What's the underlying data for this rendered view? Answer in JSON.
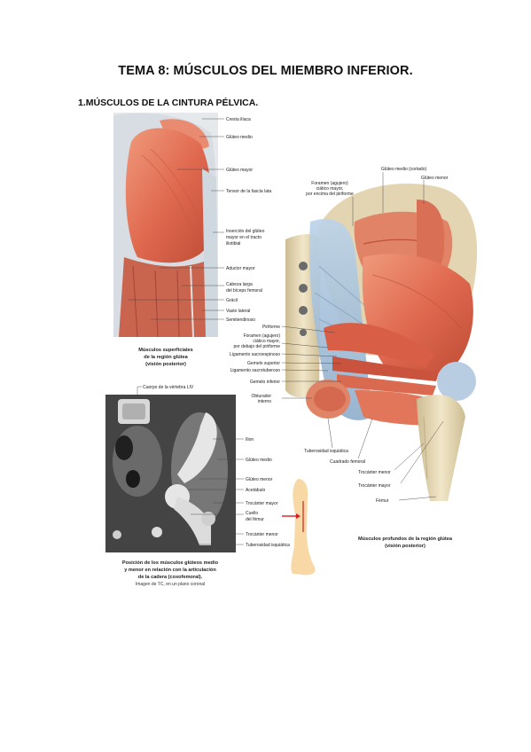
{
  "document": {
    "title": "TEMA 8: MÚSCULOS DEL MIEMBRO INFERIOR.",
    "section": "1.MÚSCULOS DE LA CINTURA PÉLVICA."
  },
  "figure_superficial": {
    "labels": [
      {
        "id": "cresta",
        "text": "Cresta ilíaca"
      },
      {
        "id": "gluteo-medio",
        "text": "Glúteo medio"
      },
      {
        "id": "gluteo-mayor",
        "text": "Glúteo mayor"
      },
      {
        "id": "tensor",
        "text": "Tensor de la fascia lata"
      },
      {
        "id": "insercion-1",
        "text": "Inserción del glúteo"
      },
      {
        "id": "insercion-2",
        "text": "mayor en el tracto"
      },
      {
        "id": "insercion-3",
        "text": "iliotibial"
      },
      {
        "id": "aductor",
        "text": "Aductor mayor"
      },
      {
        "id": "biceps-1",
        "text": "Cabeza larga"
      },
      {
        "id": "biceps-2",
        "text": "del bíceps femoral"
      },
      {
        "id": "gracil",
        "text": "Grácil"
      },
      {
        "id": "vasto",
        "text": "Vasto lateral"
      },
      {
        "id": "semitendinoso",
        "text": "Semitendinoso"
      }
    ],
    "caption": [
      "Músculos superficiales",
      "de la región glútea",
      "(visión posterior)"
    ]
  },
  "figure_ct": {
    "top_label": "Cuerpo de la vértebra LIV",
    "labels": [
      {
        "id": "ilion",
        "text": "Ilion"
      },
      {
        "id": "gluteo-medio",
        "text": "Glúteo medio"
      },
      {
        "id": "gluteo-menor",
        "text": "Glúteo menor"
      },
      {
        "id": "acetabulo",
        "text": "Acetábulo"
      },
      {
        "id": "trocanter-mayor",
        "text": "Trocánter mayor"
      },
      {
        "id": "cuello-1",
        "text": "Cuello"
      },
      {
        "id": "cuello-2",
        "text": "del fémur"
      },
      {
        "id": "trocanter-menor",
        "text": "Trocánter menor"
      },
      {
        "id": "tuberosidad",
        "text": "Tuberosidad isquiática"
      }
    ],
    "caption": [
      "Posición de los músculos glúteos medio",
      "y menor en relación con la articulación",
      "de la cadera (coxofemoral)."
    ],
    "subcaption": "Imagen de TC, en un plano coronal"
  },
  "figure_deep": {
    "top_labels": [
      {
        "id": "foramen-sup-1",
        "text": "Foramen (agujero)"
      },
      {
        "id": "foramen-sup-2",
        "text": "ciático mayor,"
      },
      {
        "id": "foramen-sup-3",
        "text": "por encima del piriforme"
      },
      {
        "id": "gluteo-medio-cortado",
        "text": "Glúteo medio (cortado)"
      },
      {
        "id": "gluteo-menor",
        "text": "Glúteo menor"
      }
    ],
    "left_labels": [
      {
        "id": "piriforme",
        "text": "Piriforme"
      },
      {
        "id": "foramen-inf-1",
        "text": "Foramen (agujero)"
      },
      {
        "id": "foramen-inf-2",
        "text": "ciático mayor,"
      },
      {
        "id": "foramen-inf-3",
        "text": "por debajo del piriforme"
      },
      {
        "id": "lig-sacroespinoso",
        "text": "Ligamento sacroespinoso"
      },
      {
        "id": "gemelo-superior",
        "text": "Gemelo superior"
      },
      {
        "id": "lig-sacrotuberoso",
        "text": "Ligamento sacrotuberoso"
      },
      {
        "id": "gemelo-inferior",
        "text": "Gemelo inferior"
      },
      {
        "id": "obturador-1",
        "text": "Obturador"
      },
      {
        "id": "obturador-2",
        "text": "interno"
      }
    ],
    "bottom_labels": [
      {
        "id": "tuberosidad",
        "text": "Tuberosidad isquiática"
      },
      {
        "id": "cuadrado",
        "text": "Cuadrado femoral"
      },
      {
        "id": "trocanter-menor",
        "text": "Trocánter menor"
      },
      {
        "id": "trocanter-mayor",
        "text": "Trocánter mayor"
      },
      {
        "id": "femur",
        "text": "Fémur"
      }
    ],
    "caption": [
      "Músculos profundos de la región glútea",
      "(visión posterior)"
    ]
  },
  "colors": {
    "muscle": "#e2745a",
    "muscle_dark": "#c24f38",
    "bone": "#e9dcbc",
    "ligament": "#a9c3dc",
    "ct_bg": "#3a3a3a",
    "skin": "#f9dba8",
    "arrow": "#d22020"
  }
}
